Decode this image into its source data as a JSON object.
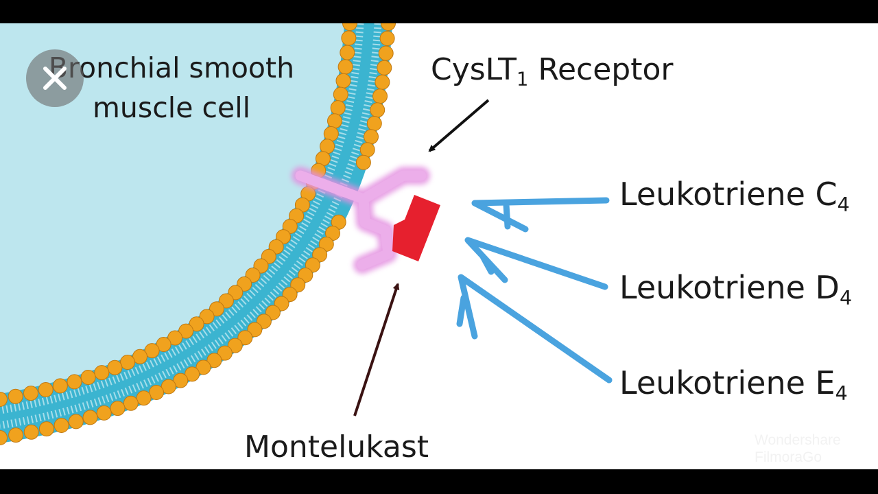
{
  "cell_label": [
    "Bronchial smooth",
    "muscle cell"
  ],
  "receptor": {
    "text": "CysLT",
    "sub": "1",
    "suffix": " Receptor"
  },
  "drug": {
    "label": "Montelukast"
  },
  "ligands": [
    {
      "text": "Leukotriene C",
      "sub": "4"
    },
    {
      "text": "Leukotriene D",
      "sub": "4"
    },
    {
      "text": "Leukotriene E",
      "sub": "4"
    }
  ],
  "watermark": {
    "line1": "Wondershare",
    "line2": "FilmoraGo"
  },
  "colors": {
    "cell_fill": "#bde6ee",
    "membrane": "#3bb4d0",
    "lipid_head": "#f0a21e",
    "receptor": "#e29ae0",
    "drug_block": "#e6202e",
    "ligand_arrow": "#4aa3df"
  },
  "icons": {
    "close": "close-icon",
    "logo": "filmorago-logo-icon"
  }
}
